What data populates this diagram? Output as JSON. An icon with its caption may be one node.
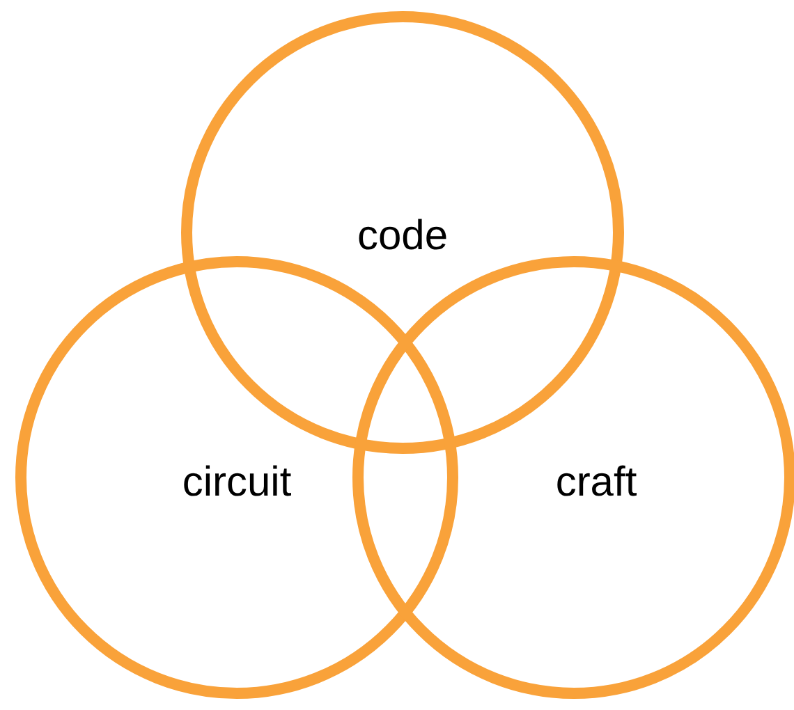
{
  "diagram": {
    "nodes": [
      {
        "text": [
          "code"
        ]
      },
      {
        "text": [
          "circuit"
        ]
      },
      {
        "text": [
          "craft"
        ]
      }
    ]
  }
}
